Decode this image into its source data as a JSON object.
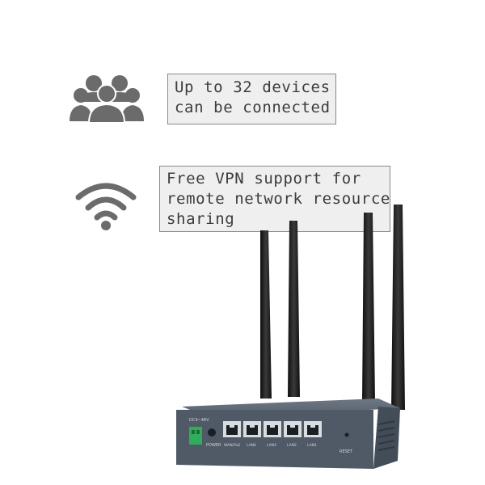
{
  "features": [
    {
      "icon": "users-group-icon",
      "lines": [
        "Up to 32 devices",
        "can be connected"
      ]
    },
    {
      "icon": "wifi-icon",
      "lines": [
        "Free VPN support for",
        "remote network resource",
        "sharing"
      ]
    }
  ],
  "router": {
    "port_labels": {
      "dc": "DC9~48V",
      "power": "POWER",
      "wan": "WAN/PoE",
      "lan4": "LAN4",
      "lan3": "LAN3",
      "lan2": "LAN2",
      "lan1": "LAN1",
      "reset": "RESET"
    }
  },
  "colors": {
    "icon_gray": "#6b6b6b",
    "box_bg": "#efefef",
    "box_border": "#8a8a8a",
    "router_body": "#4f5a66",
    "port_green": "#2fae5a",
    "antenna": "#1c1c1c"
  }
}
